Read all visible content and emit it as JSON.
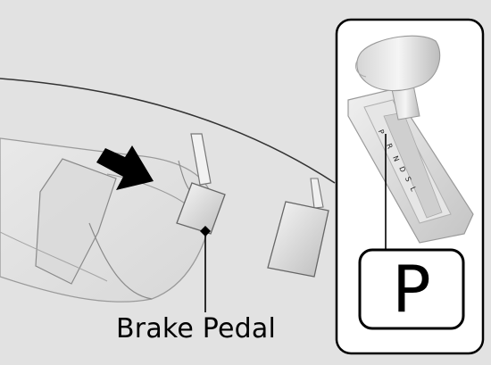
{
  "illustration": {
    "callout_label": "Brake Pedal",
    "inset": {
      "selected_position": "P",
      "gate_letters": [
        "P",
        "R",
        "N",
        "D",
        "S",
        "L"
      ]
    }
  },
  "colors": {
    "background": "#e2e2e2",
    "arrow": "#000000",
    "outline": "#555555"
  },
  "icons": {
    "arrow": "push-arrow-icon",
    "shift_lever": "shift-lever-icon"
  }
}
